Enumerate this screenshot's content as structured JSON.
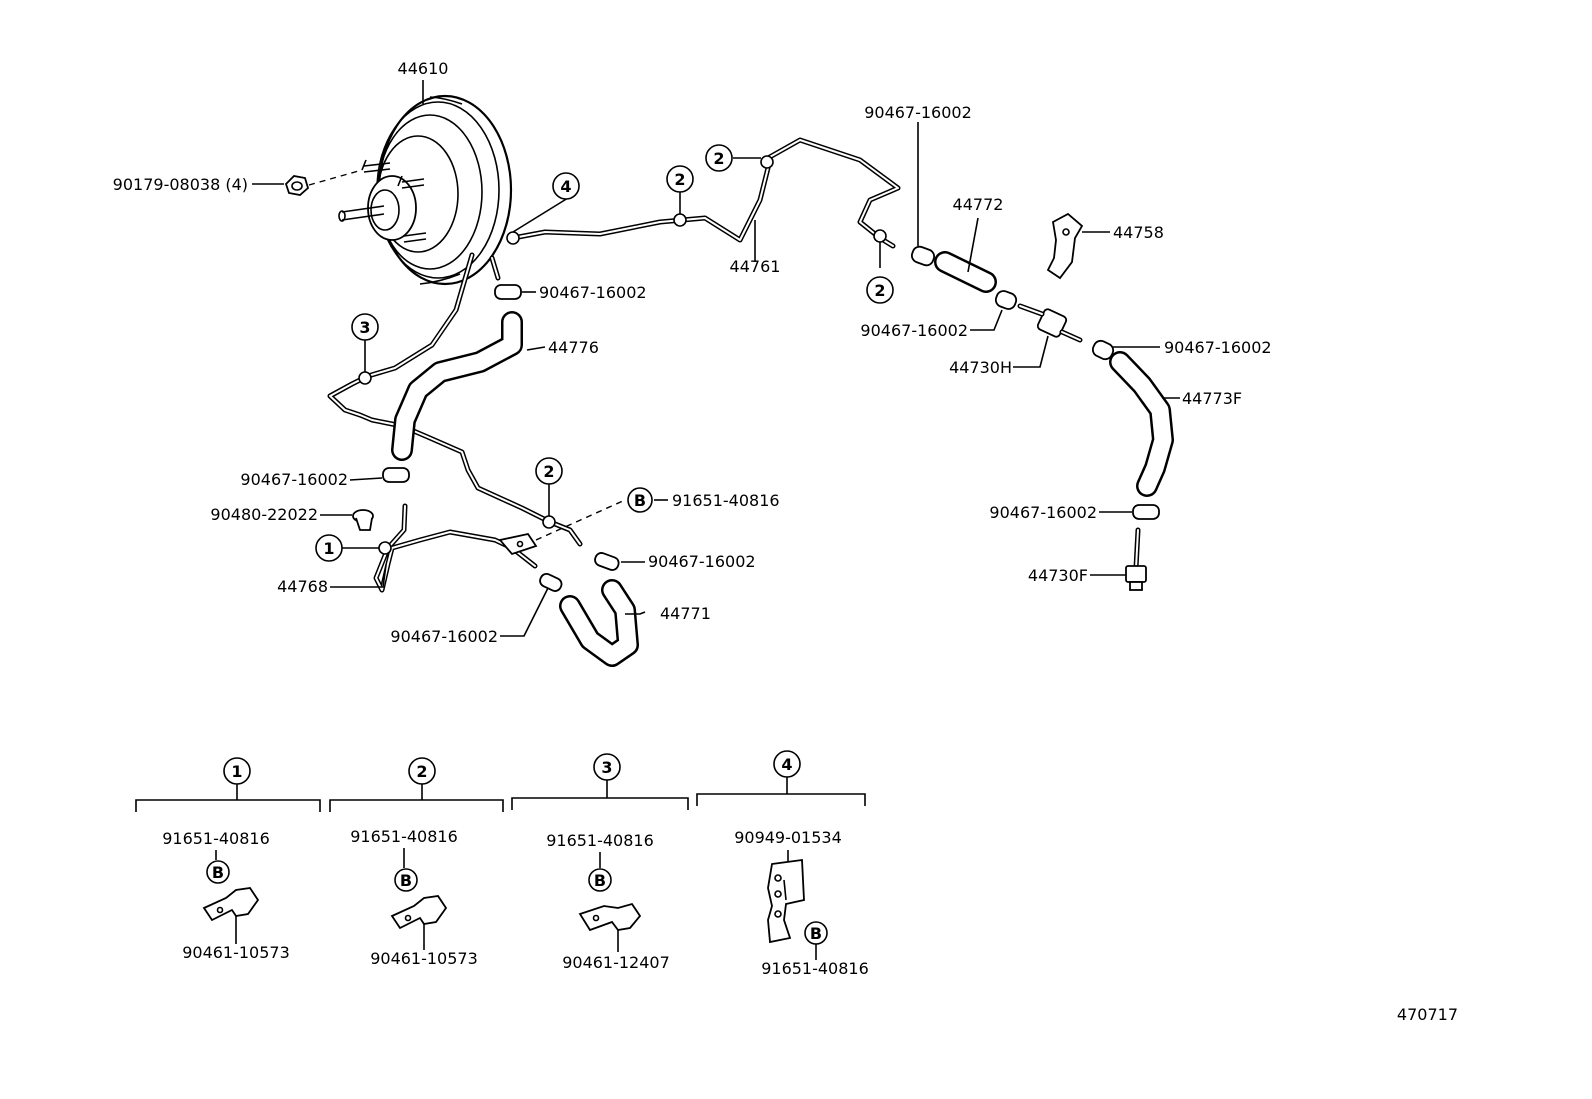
{
  "diagram_id": "470717",
  "parts": {
    "booster": "44610",
    "nut": "90179-08038 (4)",
    "tube_main": "44761",
    "hose_44776": "44776",
    "tube_44768": "44768",
    "hose_44771": "44771",
    "hose_44772": "44772",
    "clamp_44758": "44758",
    "valve_44730H": "44730H",
    "hose_44773F": "44773F",
    "valve_44730F": "44730F",
    "grommet": "90480-22022",
    "bolt_b": "91651-40816",
    "clip_1": "90467-16002",
    "clip_2": "90467-16002",
    "clip_3": "90467-16002",
    "clip_4": "90467-16002",
    "clip_5": "90467-16002",
    "clip_6": "90467-16002",
    "clip_7": "90467-16002",
    "clip_8": "90467-16002"
  },
  "callouts": {
    "c1": "1",
    "c2": "2",
    "c3": "3",
    "c4": "4",
    "b": "B"
  },
  "kits": [
    {
      "num": "1",
      "bolt": "91651-40816",
      "clamp": "90461-10573"
    },
    {
      "num": "2",
      "bolt": "91651-40816",
      "clamp": "90461-10573"
    },
    {
      "num": "3",
      "bolt": "91651-40816",
      "clamp": "90461-12407"
    },
    {
      "num": "4",
      "bracket": "90949-01534",
      "bolt": "91651-40816"
    }
  ]
}
